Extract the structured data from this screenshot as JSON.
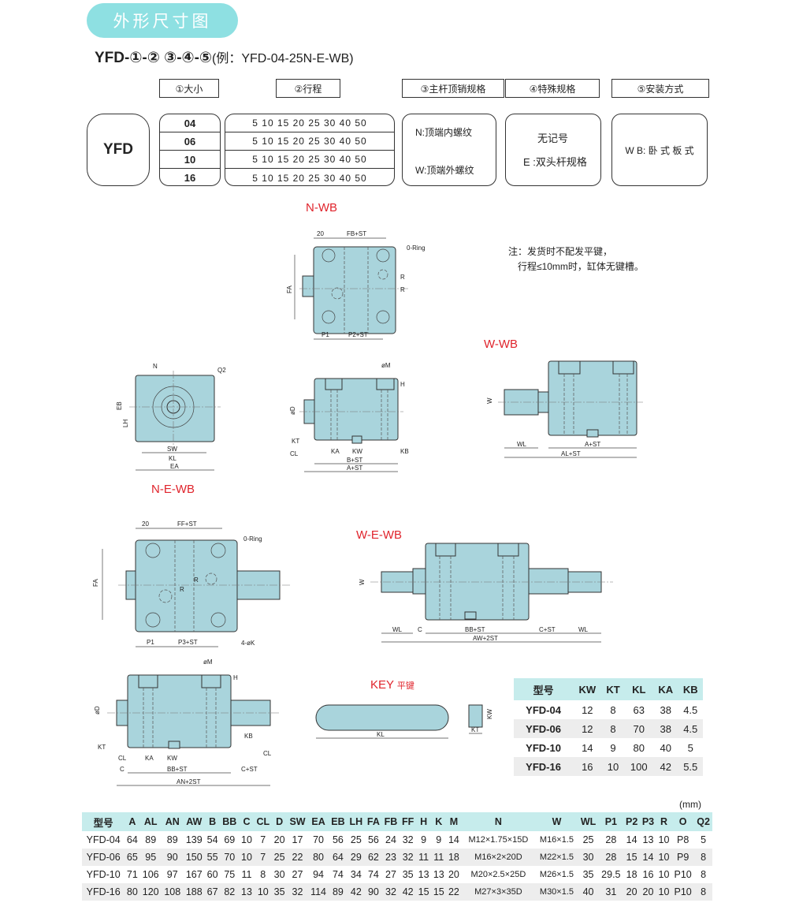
{
  "header": {
    "title": "外形尺寸图",
    "model_prefix": "YFD-",
    "model_codes": "①-② ③-④-⑤",
    "example": "(例：YFD-04-25N-E-WB)"
  },
  "selector": {
    "series": "YFD",
    "labels": {
      "size": "①大小",
      "stroke": "②行程",
      "rod": "③主杆顶销规格",
      "special": "④特殊规格",
      "mount": "⑤安装方式"
    },
    "sizes": [
      "04",
      "06",
      "10",
      "16"
    ],
    "strokes": "5 10 15 20 25 30 40 50",
    "rod_options": [
      "N:顶端内螺纹",
      "W:顶端外螺纹"
    ],
    "special_options": [
      "无记号",
      "E :双头杆规格"
    ],
    "mount_option": "W B: 卧 式 板 式"
  },
  "drawings": {
    "n_wb": "N-WB",
    "w_wb": "W-WB",
    "n_e_wb": "N-E-WB",
    "w_e_wb": "W-E-WB",
    "key": "KEY",
    "key_cn": "平键"
  },
  "note": {
    "line1": "注：发货时不配发平键，",
    "line2": "行程≤10mm时，缸体无键槽。"
  },
  "key_table": {
    "headers": [
      "型号",
      "KW",
      "KT",
      "KL",
      "KA",
      "KB"
    ],
    "rows": [
      [
        "YFD-04",
        "12",
        "8",
        "63",
        "38",
        "4.5"
      ],
      [
        "YFD-06",
        "12",
        "8",
        "70",
        "38",
        "4.5"
      ],
      [
        "YFD-10",
        "14",
        "9",
        "80",
        "40",
        "5"
      ],
      [
        "YFD-16",
        "16",
        "10",
        "100",
        "42",
        "5.5"
      ]
    ]
  },
  "dim_table": {
    "unit": "(mm)",
    "headers": [
      "型号",
      "A",
      "AL",
      "AN",
      "AW",
      "B",
      "BB",
      "C",
      "CL",
      "D",
      "SW",
      "EA",
      "EB",
      "LH",
      "FA",
      "FB",
      "FF",
      "H",
      "K",
      "M",
      "N",
      "W",
      "WL",
      "P1",
      "P2",
      "P3",
      "R",
      "O",
      "Q2"
    ],
    "rows": [
      [
        "YFD-04",
        "64",
        "89",
        "89",
        "139",
        "54",
        "69",
        "10",
        "7",
        "20",
        "17",
        "70",
        "56",
        "25",
        "56",
        "24",
        "32",
        "9",
        "9",
        "14",
        "M12×1.75×15D",
        "M16×1.5",
        "25",
        "28",
        "14",
        "13",
        "10",
        "P8",
        "5"
      ],
      [
        "YFD-06",
        "65",
        "95",
        "90",
        "150",
        "55",
        "70",
        "10",
        "7",
        "25",
        "22",
        "80",
        "64",
        "29",
        "62",
        "23",
        "32",
        "11",
        "11",
        "18",
        "M16×2×20D",
        "M22×1.5",
        "30",
        "28",
        "15",
        "14",
        "10",
        "P9",
        "8"
      ],
      [
        "YFD-10",
        "71",
        "106",
        "97",
        "167",
        "60",
        "75",
        "11",
        "8",
        "30",
        "27",
        "94",
        "74",
        "34",
        "74",
        "27",
        "35",
        "13",
        "13",
        "20",
        "M20×2.5×25D",
        "M26×1.5",
        "35",
        "29.5",
        "18",
        "16",
        "10",
        "P10",
        "8"
      ],
      [
        "YFD-16",
        "80",
        "120",
        "108",
        "188",
        "67",
        "82",
        "13",
        "10",
        "35",
        "32",
        "114",
        "89",
        "42",
        "90",
        "32",
        "42",
        "15",
        "15",
        "22",
        "M27×3×35D",
        "M30×1.5",
        "40",
        "31",
        "20",
        "20",
        "10",
        "P10",
        "8"
      ]
    ]
  },
  "colors": {
    "accent": "#8ee0e2",
    "body_fill": "#a9d4dc",
    "header_fill": "#c6ecec",
    "red": "#e0242c"
  }
}
